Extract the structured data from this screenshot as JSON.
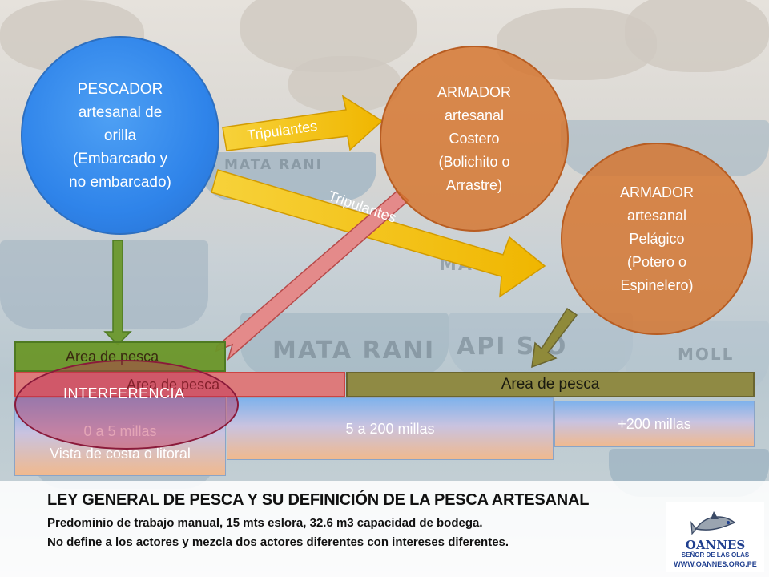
{
  "actors": {
    "pescador": "PESCADOR\nartesanal de\norilla\n(Embarcado y\nno embarcado)",
    "armador_costero": "ARMADOR\nartesanal\nCostero\n(Bolichito o\nArrastre)",
    "armador_pelagico": "ARMADOR\nartesanal\nPelágico\n(Potero o\nEspinelero)"
  },
  "flows": {
    "tripulantes_1": "Tripulantes",
    "tripulantes_2": "Tripulantes"
  },
  "areas": {
    "area_1": "Area de pesca",
    "area_2": "Area de pesca",
    "area_3": "Area de pesca",
    "interferencia": "INTERFERENCIA"
  },
  "zones": {
    "zone_1_range": "0 a 5 millas",
    "zone_1_desc": "Vista de costa o litoral",
    "zone_2": "5 a 200 millas",
    "zone_3": "+200 millas"
  },
  "footer": {
    "title": "LEY GENERAL DE PESCA Y SU DEFINICIÓN DE LA PESCA ARTESANAL",
    "line_1": "Predominio de trabajo manual, 15 mts eslora, 32.6 m3 capacidad de bodega.",
    "line_2": "No define a los actores y mezcla dos actores diferentes con intereses diferentes."
  },
  "logo": {
    "name": "OANNES",
    "tagline": "SEÑOR DE LAS OLAS",
    "website": "WWW.OANNES.ORG.PE"
  },
  "colors": {
    "pescador": "#2f84ea",
    "armador": "#d6742c",
    "flow_arrow": "#f7c400",
    "area_1": "#6a9628",
    "area_2": "#de7676",
    "area_3": "#8f8a44",
    "interferencia": "#be2850"
  }
}
